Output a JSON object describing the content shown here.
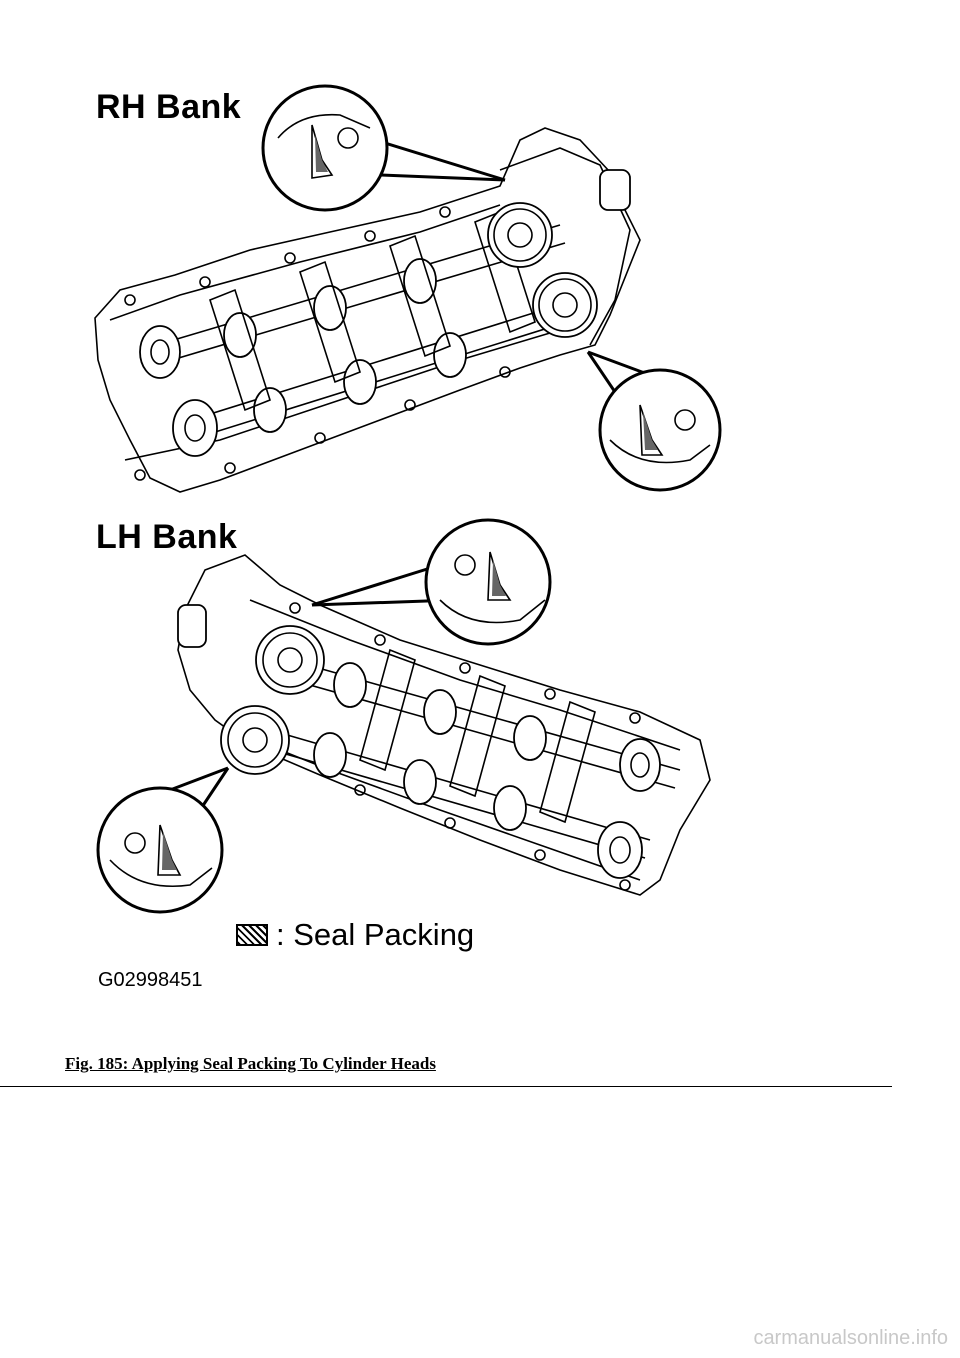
{
  "figure": {
    "rh_bank_label": "RH Bank",
    "lh_bank_label": "LH Bank",
    "legend_label": ": Seal Packing",
    "figure_code": "G02998451"
  },
  "caption": "Fig. 185: Applying Seal Packing To Cylinder Heads",
  "watermark": "carmanualsonline.info"
}
